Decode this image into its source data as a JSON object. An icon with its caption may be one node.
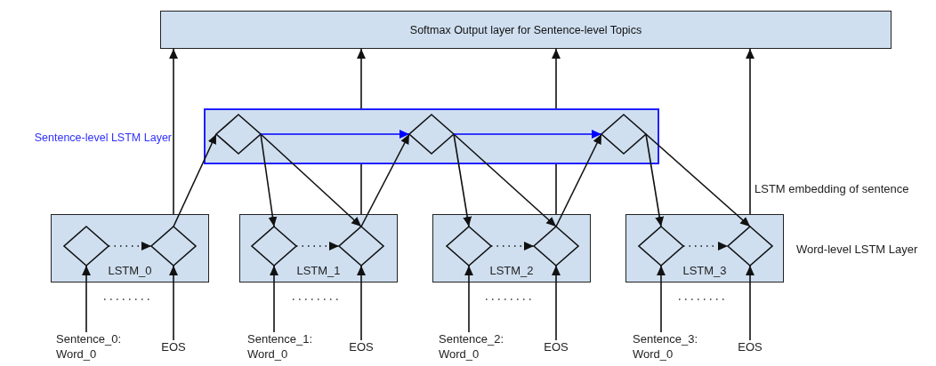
{
  "diagram": {
    "nodes": [
      {
        "text": [
          "Softmax Output layer for Sentence-level Topics"
        ]
      },
      {
        "text": [
          "Sentence-level LSTM Layer"
        ]
      },
      {
        "text": [],
        "shape": "diamond",
        "in": 1
      },
      {
        "text": [],
        "shape": "diamond",
        "in": 1
      },
      {
        "text": [],
        "shape": "diamond",
        "in": 1
      },
      {
        "text": [
          "LSTM_0"
        ]
      },
      {
        "text": [],
        "shape": "diamond",
        "in": 5
      },
      {
        "text": [],
        "shape": "diamond",
        "in": 5
      },
      {
        "text": [
          "LSTM_1"
        ]
      },
      {
        "text": [],
        "shape": "diamond",
        "in": 8
      },
      {
        "text": [],
        "shape": "diamond",
        "in": 8
      },
      {
        "text": [
          "LSTM_2"
        ]
      },
      {
        "text": [],
        "shape": "diamond",
        "in": 11
      },
      {
        "text": [],
        "shape": "diamond",
        "in": 11
      },
      {
        "text": [
          "LSTM_3"
        ]
      },
      {
        "text": [],
        "shape": "diamond",
        "in": 14
      },
      {
        "text": [],
        "shape": "diamond",
        "in": 14
      },
      {
        "text": [
          "Sentence_0: Word_0"
        ]
      },
      {
        "text": [
          "EOS"
        ]
      },
      {
        "text": [
          "Sentence_1: Word_0"
        ]
      },
      {
        "text": [
          "EOS"
        ]
      },
      {
        "text": [
          "Sentence_2: Word_0"
        ]
      },
      {
        "text": [
          "EOS"
        ]
      },
      {
        "text": [
          "Sentence_3: Word_0"
        ]
      },
      {
        "text": [
          "EOS"
        ]
      }
    ],
    "edges": [
      {
        "from": 17,
        "to": 6,
        "arrow": "to"
      },
      {
        "from": 18,
        "to": 7,
        "arrow": "to"
      },
      {
        "from": 6,
        "to": 7,
        "arrow": "to",
        "style": "dashed"
      },
      {
        "from": 5,
        "to": 0,
        "arrow": "to"
      },
      {
        "from": 7,
        "to": 2,
        "arrow": "to"
      },
      {
        "from": 2,
        "to": 9,
        "arrow": "to"
      },
      {
        "from": 2,
        "to": 10,
        "arrow": "to"
      },
      {
        "from": 2,
        "to": 3,
        "arrow": "to",
        "color": "#0000ff"
      },
      {
        "from": 19,
        "to": 9,
        "arrow": "to"
      },
      {
        "from": 20,
        "to": 10,
        "arrow": "to"
      },
      {
        "from": 9,
        "to": 10,
        "arrow": "to",
        "style": "dashed"
      },
      {
        "from": 8,
        "to": 0,
        "arrow": "to"
      },
      {
        "from": 10,
        "to": 3,
        "arrow": "to"
      },
      {
        "from": 3,
        "to": 12,
        "arrow": "to"
      },
      {
        "from": 3,
        "to": 13,
        "arrow": "to"
      },
      {
        "from": 3,
        "to": 4,
        "arrow": "to",
        "color": "#0000ff"
      },
      {
        "from": 21,
        "to": 12,
        "arrow": "to"
      },
      {
        "from": 22,
        "to": 13,
        "arrow": "to"
      },
      {
        "from": 12,
        "to": 13,
        "arrow": "to",
        "style": "dashed"
      },
      {
        "from": 11,
        "to": 0,
        "arrow": "to"
      },
      {
        "from": 13,
        "to": 4,
        "arrow": "to"
      },
      {
        "from": 4,
        "to": 15,
        "arrow": "to"
      },
      {
        "from": 4,
        "to": 16,
        "arrow": "to"
      },
      {
        "from": 23,
        "to": 15,
        "arrow": "to"
      },
      {
        "from": 24,
        "to": 16,
        "arrow": "to"
      },
      {
        "from": 15,
        "to": 16,
        "arrow": "to",
        "style": "dashed"
      },
      {
        "from": 14,
        "to": 0,
        "arrow": "to"
      }
    ],
    "labels": [
      "LSTM embedding of sentence",
      "Word-level LSTM Layer"
    ]
  }
}
